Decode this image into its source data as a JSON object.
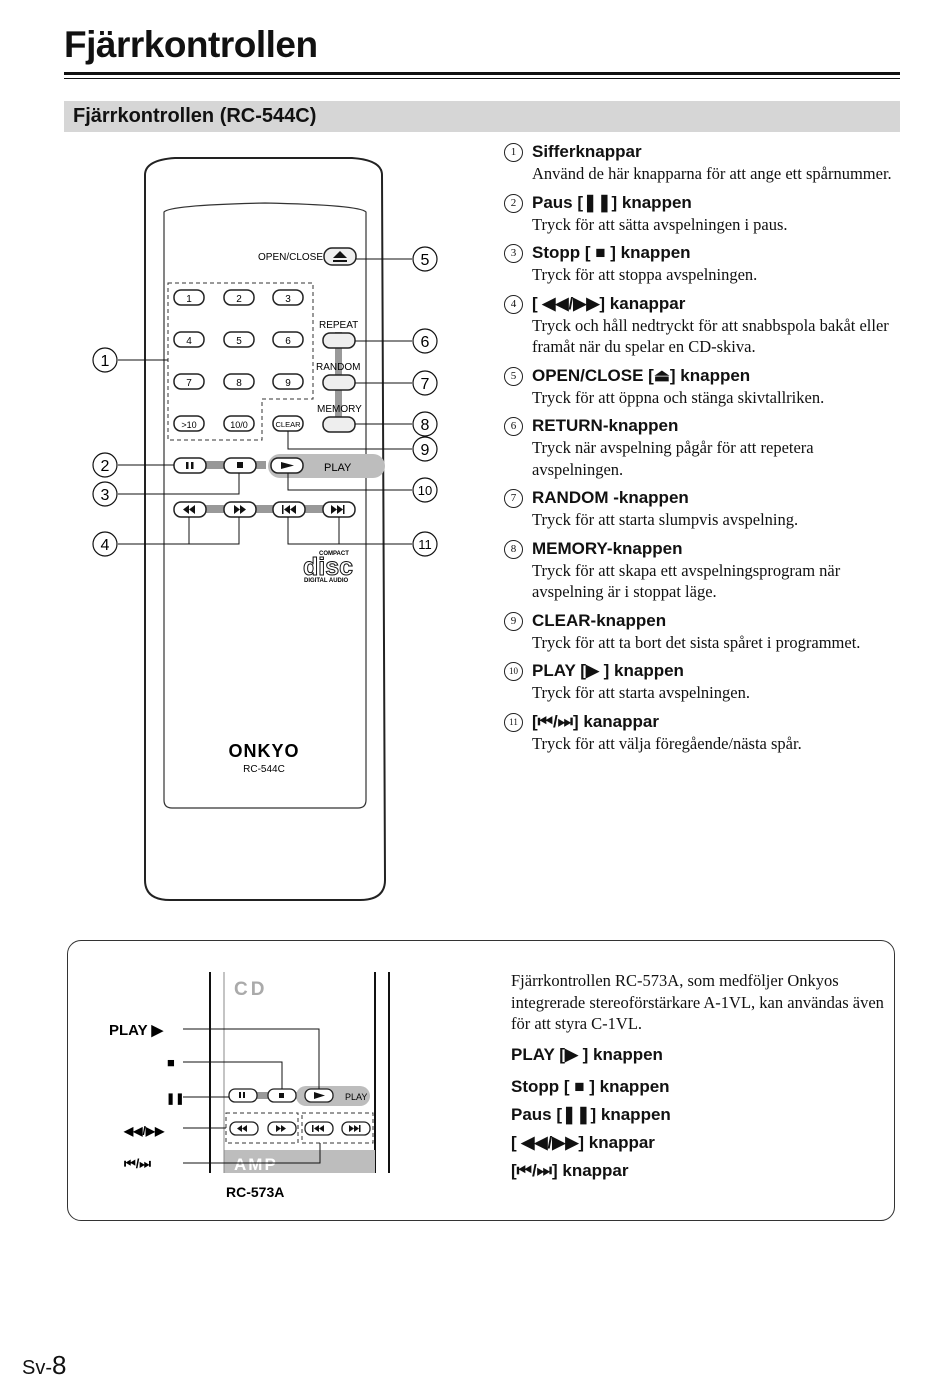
{
  "page": {
    "title": "Fjärrkontrollen",
    "section": "Fjärrkontrollen (RC-544C)",
    "footer_prefix": "Sv-",
    "footer_number": "8"
  },
  "remote": {
    "open_close": "OPEN/CLOSE",
    "digits": [
      "1",
      "2",
      "3",
      "4",
      "5",
      "6",
      "7",
      "8",
      "9",
      ">10",
      "10/0"
    ],
    "clear": "CLEAR",
    "repeat": "REPEAT",
    "random": "RANDOM",
    "memory": "MEMORY",
    "play": "PLAY",
    "brand": "ONKYO",
    "model": "RC-544C",
    "disc_top": "COMPACT",
    "disc_main": "disc",
    "disc_bottom": "DIGITAL AUDIO",
    "callouts": [
      "1",
      "2",
      "3",
      "4",
      "5",
      "6",
      "7",
      "8",
      "9",
      "10",
      "11"
    ]
  },
  "items": [
    {
      "num": "1",
      "title": "Sifferknappar",
      "desc": "Använd de här knapparna för att ange ett spårnummer."
    },
    {
      "num": "2",
      "title": "Paus [❚❚] knappen",
      "desc": "Tryck för att sätta avspelningen i paus."
    },
    {
      "num": "3",
      "title": "Stopp [ ■ ] knappen",
      "desc": "Tryck för att stoppa avspelningen."
    },
    {
      "num": "4",
      "title": "[ ◀◀/▶▶] kanappar",
      "desc": "Tryck och håll nedtryckt för att snabbspola bakåt eller framåt när du spelar en CD-skiva."
    },
    {
      "num": "5",
      "title": "OPEN/CLOSE [⏏] knappen",
      "desc": "Tryck för att öppna och stänga skivtallriken."
    },
    {
      "num": "6",
      "title": "RETURN-knappen",
      "desc": "Tryck när avspelning pågår för att repetera avspelningen."
    },
    {
      "num": "7",
      "title": "RANDOM -knappen",
      "desc": "Tryck för att starta slumpvis avspelning."
    },
    {
      "num": "8",
      "title": "MEMORY-knappen",
      "desc": "Tryck för att skapa ett avspelningsprogram när avspelning är i stoppat läge."
    },
    {
      "num": "9",
      "title": "CLEAR-knappen",
      "desc": "Tryck för att ta bort det sista spåret i programmet."
    },
    {
      "num": "10",
      "title": "PLAY [▶ ] knappen",
      "desc": "Tryck för att starta avspelningen."
    },
    {
      "num": "11",
      "title": "[⏮/⏭] kanappar",
      "desc": "Tryck för att välja föregående/nästa spår."
    }
  ],
  "rc573": {
    "cd": "CD",
    "amp": "AMP",
    "play_small": "PLAY",
    "model": "RC-573A",
    "label_play": "PLAY ▶",
    "label_stop": "■",
    "label_pause": "❚❚",
    "label_seek": "◀◀/▶▶",
    "label_skip": "⏮/⏭",
    "intro": "Fjärrkontrollen RC-573A, som medföljer Onkyos integrerade stereoförstärkare A-1VL, kan användas även för att styra C-1VL.",
    "items": [
      "PLAY [▶ ] knappen",
      "Stopp [ ■ ] knappen",
      "Paus [❚❚] knappen",
      "[ ◀◀/▶▶] knappar",
      "[⏮/⏭] knappar"
    ]
  }
}
